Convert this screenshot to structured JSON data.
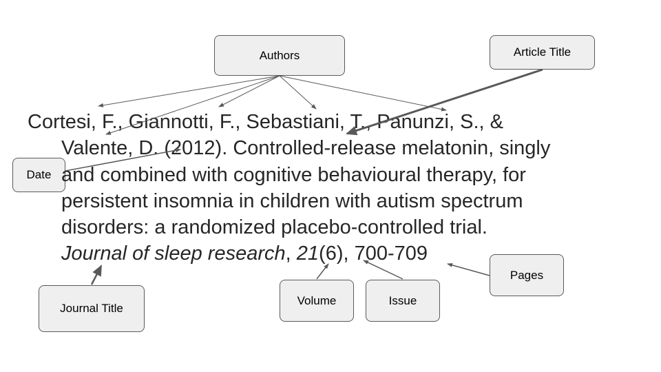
{
  "labels": {
    "authors": "Authors",
    "article_title": "Article Title",
    "date": "Date",
    "journal_title": "Journal Title",
    "volume": "Volume",
    "issue": "Issue",
    "pages": "Pages"
  },
  "citation": {
    "line1": "Cortesi, F., Giannotti, F., Sebastiani, T., Panunzi, S., &",
    "line2": "Valente, D. (2012). Controlled‑release melatonin, singly",
    "line3": "and combined with cognitive behavioural therapy, for",
    "line4": "persistent insomnia in children with autism spectrum",
    "line5": "disorders: a randomized placebo‑controlled trial.",
    "journal": "Journal of sleep research",
    "sep1": ", ",
    "volume": "21",
    "issue": "(6)",
    "sep2": ", ",
    "pages": "700-709"
  },
  "colors": {
    "box_fill": "#efefef",
    "box_border": "#595959",
    "arrow": "#595959",
    "text": "#262626"
  }
}
